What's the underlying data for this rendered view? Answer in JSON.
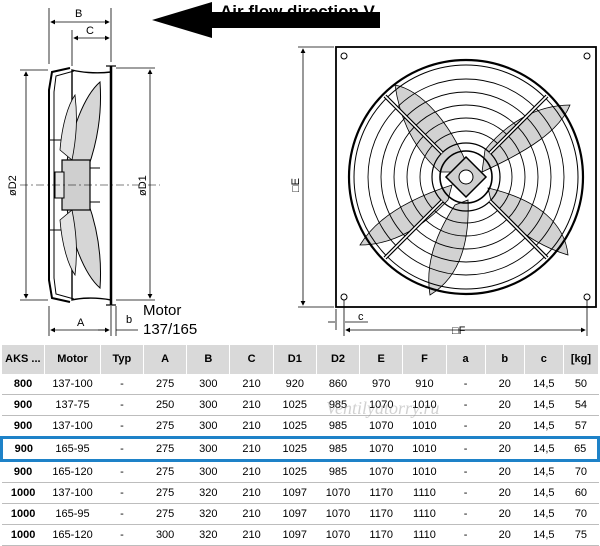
{
  "air_flow": {
    "label": "Air flow direction V"
  },
  "dimension_labels": {
    "B": "B",
    "C": "C",
    "D2": "øD2",
    "D1": "øD1",
    "A": "A",
    "b": "b",
    "E": "□E",
    "F": "□F",
    "c": "c"
  },
  "motor_label": {
    "line1": "Motor",
    "line2": "137/165"
  },
  "watermark": "Ventilyatorry.ru",
  "table": {
    "headers": [
      "AKS ...",
      "Motor",
      "Typ",
      "A",
      "B",
      "C",
      "D1",
      "D2",
      "E",
      "F",
      "a",
      "b",
      "c",
      "[kg]"
    ],
    "rows": [
      [
        "800",
        "137-100",
        "-",
        "275",
        "300",
        "210",
        "920",
        "860",
        "970",
        "910",
        "-",
        "20",
        "14,5",
        "50"
      ],
      [
        "900",
        "137-75",
        "-",
        "250",
        "300",
        "210",
        "1025",
        "985",
        "1070",
        "1010",
        "-",
        "20",
        "14,5",
        "54"
      ],
      [
        "900",
        "137-100",
        "-",
        "275",
        "300",
        "210",
        "1025",
        "985",
        "1070",
        "1010",
        "-",
        "20",
        "14,5",
        "57"
      ],
      [
        "900",
        "165-95",
        "-",
        "275",
        "300",
        "210",
        "1025",
        "985",
        "1070",
        "1010",
        "-",
        "20",
        "14,5",
        "65"
      ],
      [
        "900",
        "165-120",
        "-",
        "275",
        "300",
        "210",
        "1025",
        "985",
        "1070",
        "1010",
        "-",
        "20",
        "14,5",
        "70"
      ],
      [
        "1000",
        "137-100",
        "-",
        "275",
        "320",
        "210",
        "1097",
        "1070",
        "1170",
        "1110",
        "-",
        "20",
        "14,5",
        "60"
      ],
      [
        "1000",
        "165-95",
        "-",
        "275",
        "320",
        "210",
        "1097",
        "1070",
        "1170",
        "1110",
        "-",
        "20",
        "14,5",
        "70"
      ],
      [
        "1000",
        "165-120",
        "-",
        "300",
        "320",
        "210",
        "1097",
        "1070",
        "1170",
        "1110",
        "-",
        "20",
        "14,5",
        "75"
      ]
    ],
    "highlighted_row": 3,
    "highlight_color": "#1e82c8"
  }
}
